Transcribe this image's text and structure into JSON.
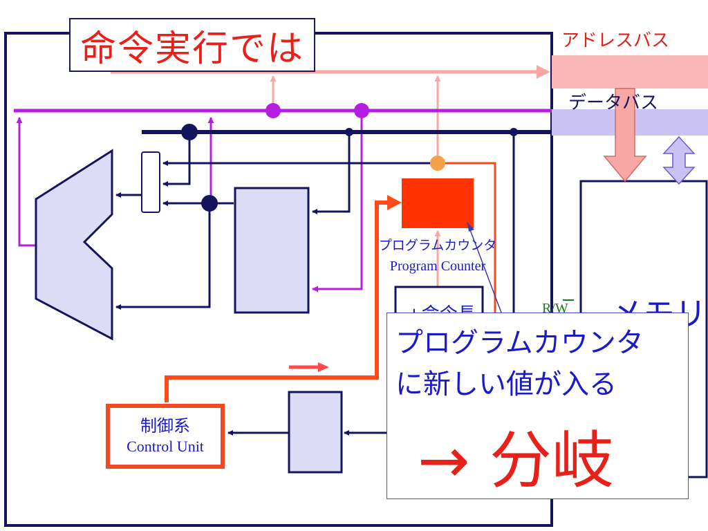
{
  "title": "命令実行では",
  "buses": {
    "address_label": "アドレスバス",
    "data_label": "データバス"
  },
  "program_counter": {
    "label_ja": "プログラムカウンタ",
    "label_en": "Program Counter"
  },
  "adder_label": "+命令長",
  "rw_label": "R/W",
  "memory_label": "メモリ",
  "control_unit": {
    "label_ja": "制御系",
    "label_en": "Control Unit"
  },
  "callout": {
    "line1": "プログラムカウンタ",
    "line2": "に新しい値が入る",
    "line3": "→ 分岐"
  },
  "colors": {
    "address_bus": "#f7a8a6",
    "data_bus": "#c9c2f2",
    "internal_bus": "#b31ee0",
    "dark_bus": "#14145e",
    "block_fill": "#dcdcf6",
    "highlight": "#ff3300"
  }
}
